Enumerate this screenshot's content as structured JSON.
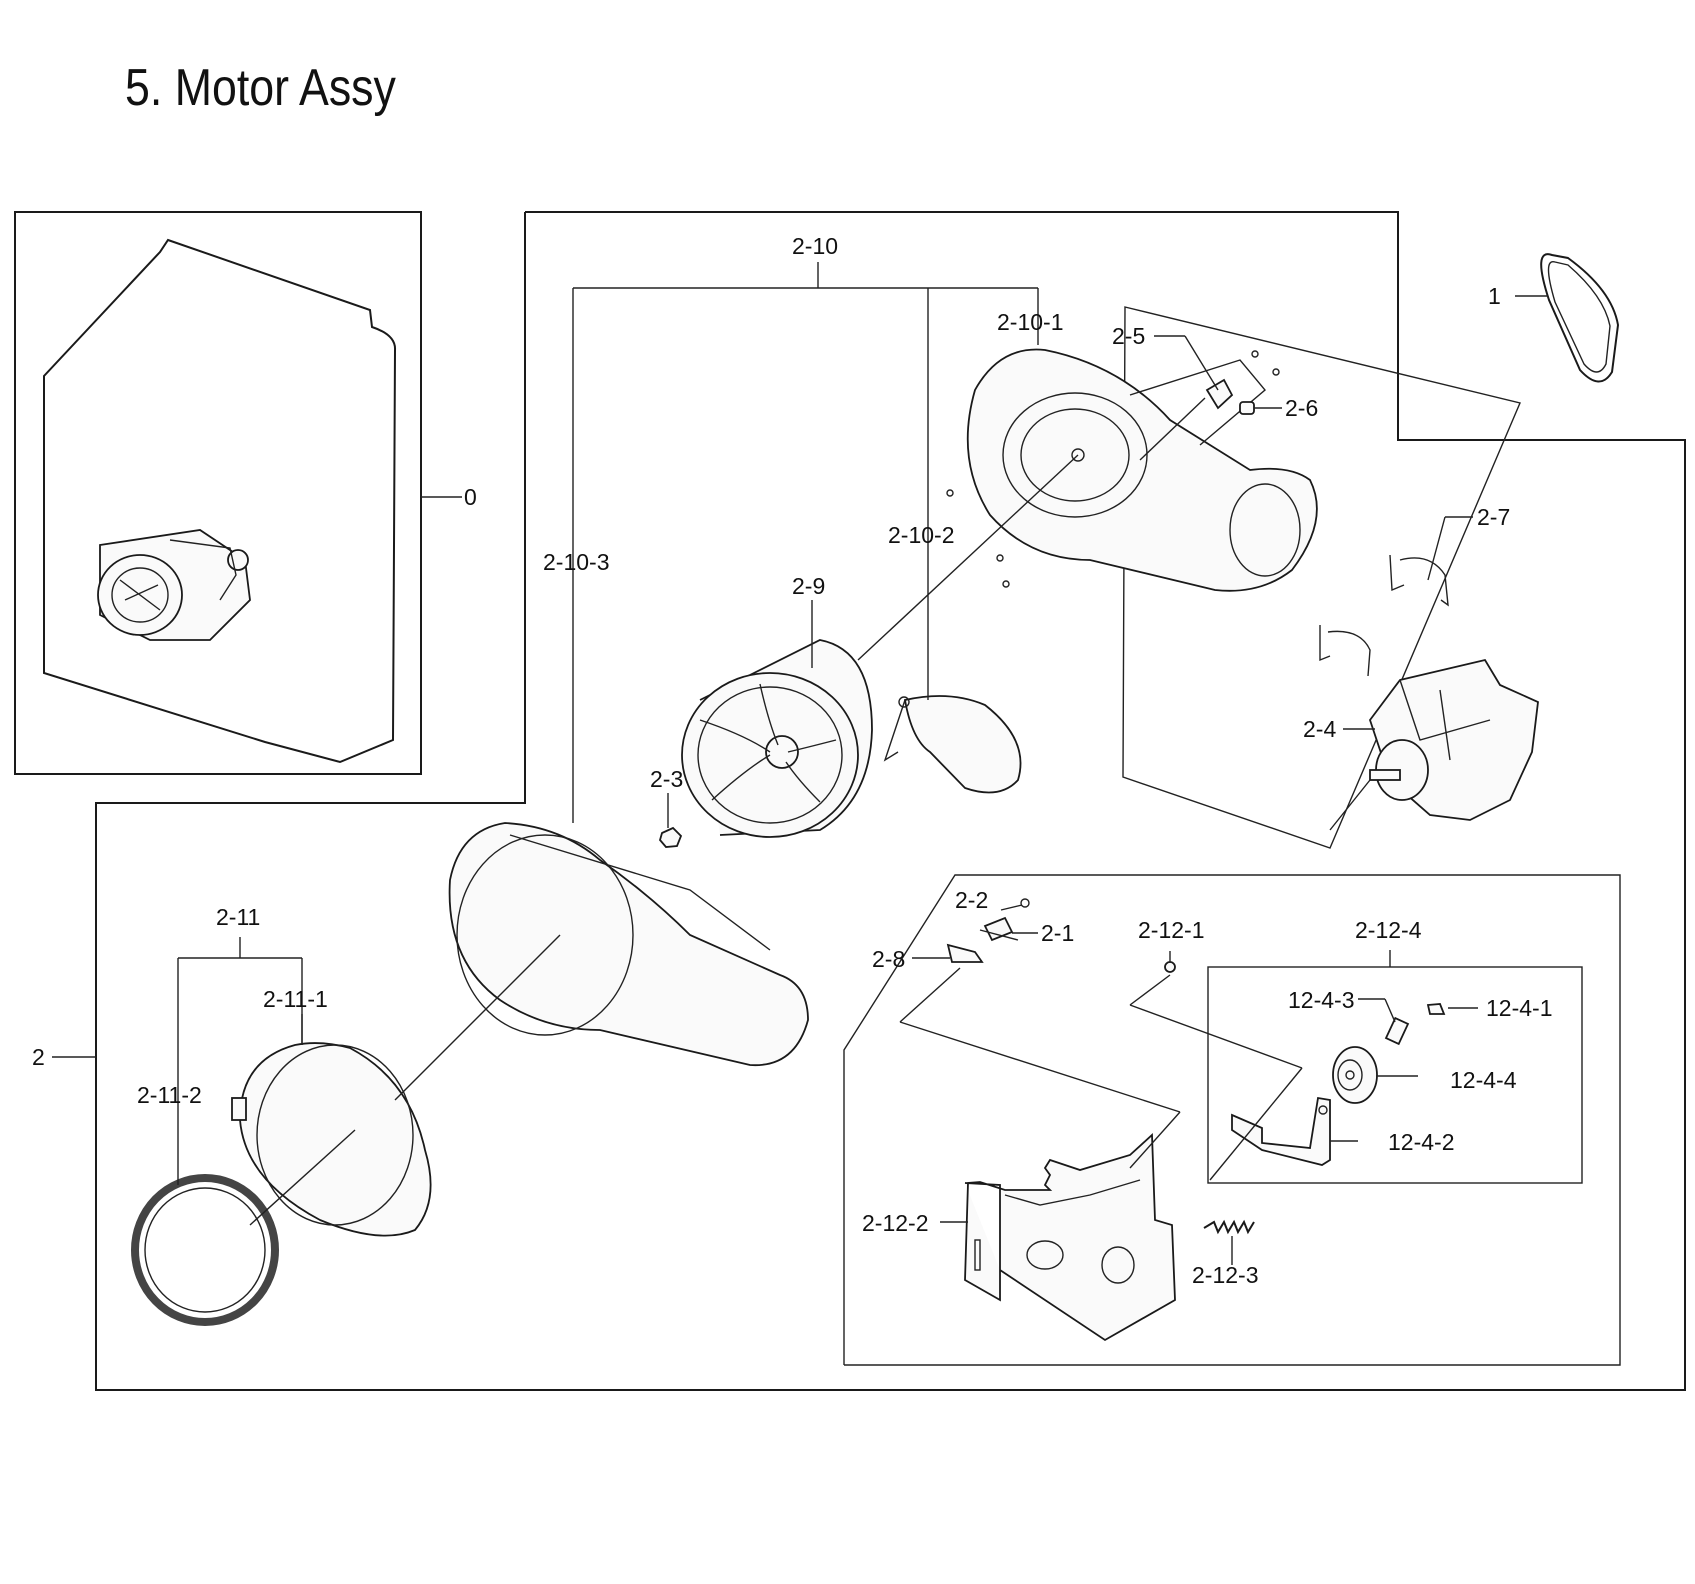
{
  "title": "5. Motor Assy",
  "labels": {
    "p0": "0",
    "p1": "1",
    "p2": "2",
    "p2_1": "2-1",
    "p2_2": "2-2",
    "p2_3": "2-3",
    "p2_4": "2-4",
    "p2_5": "2-5",
    "p2_6": "2-6",
    "p2_7": "2-7",
    "p2_8": "2-8",
    "p2_9": "2-9",
    "p2_10": "2-10",
    "p2_10_1": "2-10-1",
    "p2_10_2": "2-10-2",
    "p2_10_3": "2-10-3",
    "p2_11": "2-11",
    "p2_11_1": "2-11-1",
    "p2_11_2": "2-11-2",
    "p2_12_1": "2-12-1",
    "p2_12_2": "2-12-2",
    "p2_12_3": "2-12-3",
    "p2_12_4": "2-12-4",
    "p12_4_1": "12-4-1",
    "p12_4_2": "12-4-2",
    "p12_4_3": "12-4-3",
    "p12_4_4": "12-4-4"
  }
}
